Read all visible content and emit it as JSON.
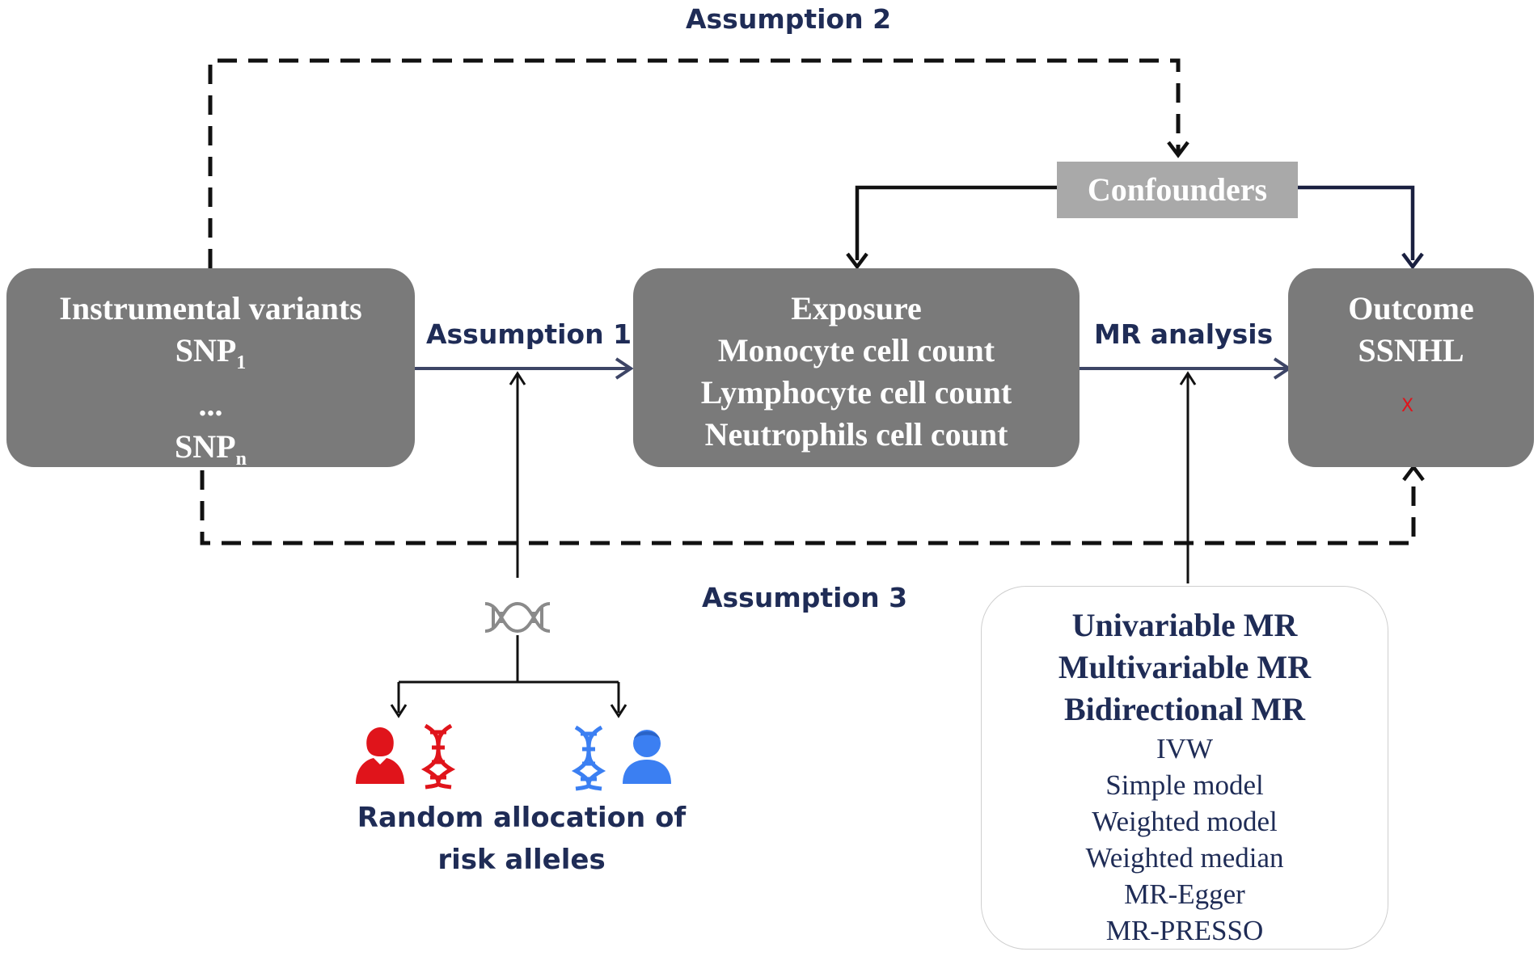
{
  "assumptions": {
    "a1": "Assumption 1",
    "a2": "Assumption 2",
    "a3": "Assumption 3"
  },
  "mr_analysis_label": "MR analysis",
  "confounders": "Confounders",
  "instrument_box": {
    "title": "Instrumental variants",
    "snp_first": "SNP",
    "snp_first_sub": "1",
    "ellipsis": "...",
    "snp_last": "SNP",
    "snp_last_sub": "n"
  },
  "exposure_box": {
    "title": "Exposure",
    "items": [
      "Monocyte cell count",
      "Lymphocyte cell count",
      "Neutrophils cell count"
    ]
  },
  "outcome_box": {
    "title": "Outcome",
    "name": "SSNHL",
    "ear_mark": "X"
  },
  "methods": {
    "bold_items": [
      "Univariable MR",
      "Multivariable MR",
      "Bidirectional MR"
    ],
    "items": [
      "IVW",
      "Simple model",
      "Weighted model",
      "Weighted median",
      "MR-Egger",
      "MR-PRESSO"
    ]
  },
  "allocation_label": [
    "Random allocation of",
    "risk alleles"
  ],
  "colors": {
    "box": "#7a7a7a",
    "confounders_box": "#a9a9a9",
    "label_text": "#1f2c56",
    "solid_arrow": "#3d4566",
    "female": "#e0141b",
    "male": "#3b7ff2"
  },
  "icons": [
    "dna-icon",
    "female-person-icon",
    "male-person-icon",
    "ear-icon"
  ]
}
